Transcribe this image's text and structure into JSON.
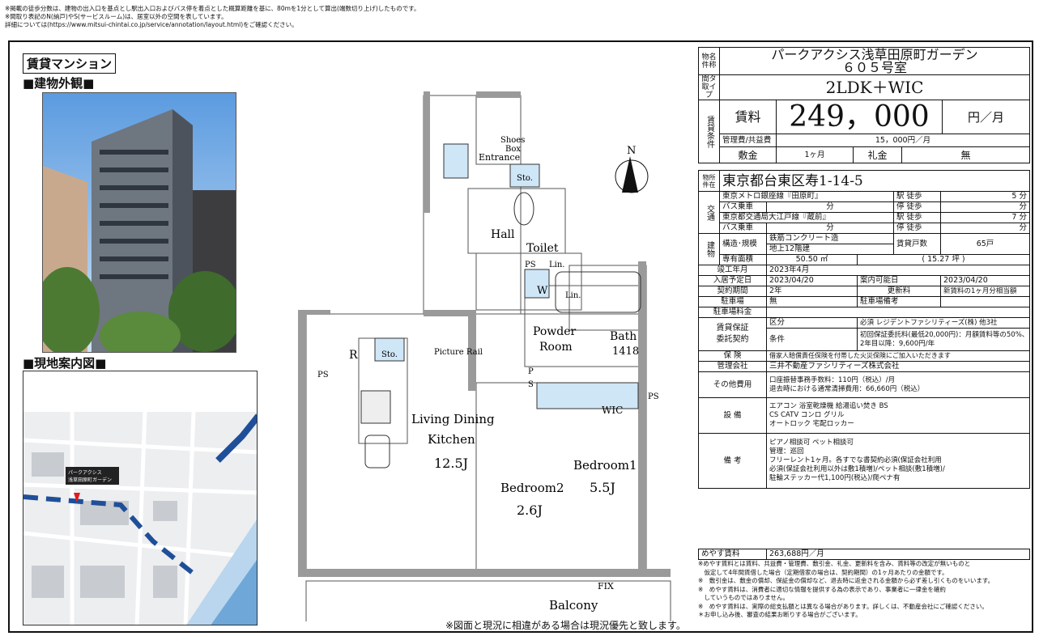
{
  "notes": [
    "※掲載の徒歩分数は、建物の出入口を基点とし駅出入口およびバス停を着点とした概算距離を基に、80mを1分として算出(端数切り上げ)したものです。",
    "※間取り表記のN(納戸)やS(サービスルーム)は、居室以外の空間を表しています。",
    "詳細については(https://www.mitsui-chintai.co.jp/service/annotation/layout.html)をご確認ください。"
  ],
  "left": {
    "tag": "賃貸マンション",
    "photo_heading": "■建物外観■",
    "map_heading": "■現地案内図■",
    "map_label": "パークアクシス\n浅草田原町ガーデン",
    "notice": "※図面と現況に相違がある場合は現況優先と致します。"
  },
  "plan": {
    "shoes": "Shoes",
    "box": "Box",
    "entrance": "Entrance",
    "sto1": "Sto.",
    "sto2": "Sto.",
    "hall": "Hall",
    "toilet": "Toilet",
    "ps1": "PS",
    "lin1": "Lin.",
    "lin2": "Lin.",
    "w": "W",
    "powder": "Powder",
    "room": "Room",
    "bath": "Bath",
    "bath_size": "1418",
    "r": "R",
    "picture_rail": "Picture Rail",
    "ps2": "PS",
    "ps3": "P",
    "ps4": "S",
    "ps5": "PS",
    "wic": "WIC",
    "ldk1": "Living Dining",
    "ldk2": "Kitchen",
    "ldk_size": "12.5J",
    "bed1": "Bedroom1",
    "bed1_size": "5.5J",
    "bed2": "Bedroom2",
    "bed2_size": "2.6J",
    "fix": "FIX",
    "balcony": "Balcony",
    "north": "N"
  },
  "info": {
    "name_label": "物名件称",
    "name": "パークアクシス浅草田原町ガーデン",
    "room": "６０５号室",
    "type_label": "間タ取イプ",
    "type": "2LDK＋WIC",
    "cond_label": "賃貸条件",
    "rent_label": "賃料",
    "rent": "249，000",
    "rent_unit": "円／月",
    "fee_label": "管理費/共益費",
    "fee": "15，000円／月",
    "deposit_label": "敷金",
    "deposit": "1ヶ月",
    "key_label": "礼金",
    "key": "無",
    "addr_label": "物所件在",
    "address": "東京都台東区寿1-14-5",
    "traffic_label": "交通",
    "line1": "東京メトロ銀座線『田原町』",
    "walk1": "駅 徒歩",
    "min1": "5 分",
    "bus1": "バス乗車",
    "bus1_min": "分",
    "stop1": "停 徒歩",
    "stop1_min": "分",
    "line2": "東京都交通局大江戸線『蔵前』",
    "walk2": "駅 徒歩",
    "min2": "7 分",
    "bus2": "バス乗車",
    "bus2_min": "分",
    "stop2": "停 徒歩",
    "stop2_min": "分",
    "bldg_label": "建物",
    "struct_label": "構造･規模",
    "struct1": "鉄筋コンクリート造",
    "struct2": "地上12階建",
    "units_label": "賃貸戸数",
    "units": "65戸",
    "area_label": "専有面積",
    "area": "50.50 ㎡",
    "tsubo": "(   15.27 坪 )",
    "built_label": "竣工年月",
    "built": "2023年4月",
    "movein_label": "入居予定日",
    "movein": "2023/04/20",
    "avail_label": "案内可能日",
    "avail": "2023/04/20",
    "term_label": "契約期間",
    "term": "2年",
    "renew_label": "更新料",
    "renew": "新賃料の1ヶ月分相当額",
    "parking_label": "駐車場",
    "parking": "無",
    "parking_note_label": "駐車場備考",
    "parking_fee_label": "駐車場料金",
    "guarantee_label1": "賃貸保証",
    "guarantee_label2": "委託契約",
    "g_class_label": "区分",
    "g_class": "必須  レジデントファシリティーズ(株) 他3社",
    "g_cond_label": "条件",
    "g_cond1": "初回保証委託料(最低20,000円)：月額賃料等の50%、",
    "g_cond2": "2年目以降：9,600円/年",
    "ins_label": "保 険",
    "ins": "借家人賠償責任保険を付帯した火災保険にご加入いただきます",
    "mgmt_label": "管理会社",
    "mgmt": "三井不動産ファシリティーズ株式会社",
    "other_label": "その他費用",
    "other1": "口座振替事務手数料：110円（税込）/月",
    "other2": "退去時における通常清掃費用：66,660円（税込）",
    "equip_label": "設 備",
    "equip1": "エアコン 浴室乾燥機 給湯追い焚き BS",
    "equip2": "CS CATV コンロ グリル",
    "equip3": "オートロック 宅配ロッカー",
    "remarks_label": "備 考",
    "remarks1": "ピアノ相談可 ペット相談可",
    "remarks2": "管理：巡回",
    "remarks3": "フリーレント1ヶ月。各すでな書契約必須(保証会社利用",
    "remarks4": "必須(保証会社利用以外は敷1積増)/ペット相談(敷1積増)/",
    "remarks5": "駐輪ステッカー代1,100円(税込)/爬ペナ有",
    "meyasu_label": "めやす賃料",
    "meyasu": "263,688円／月",
    "bottom1": "※めやす賃料とは賃料、共益費・管理費、敷引金、礼金、更新料を含み、賃料等の改定が無いものと",
    "bottom2": "　仮定して4年間賃借した場合（定期借家の場合は、契約期間）の1ヶ月あたりの金額です。",
    "bottom3": "※　敷引金は、敷金の償却、保証金の償却など、退去時に返金される金額から必ず差し引くものをいいます。",
    "bottom4": "※　めやす賃料は、消費者に適切な情報を提供する為の表示であり、事業者に一律金を確約",
    "bottom5": "　していうものではありません。",
    "bottom6": "※　めやす賃料は、実際の総支払額とは異なる場合があります。詳しくは、不動産会社にご確認ください。",
    "bottom7": "＊お申し込み後、審査の結果お断りする場合がございます。"
  }
}
